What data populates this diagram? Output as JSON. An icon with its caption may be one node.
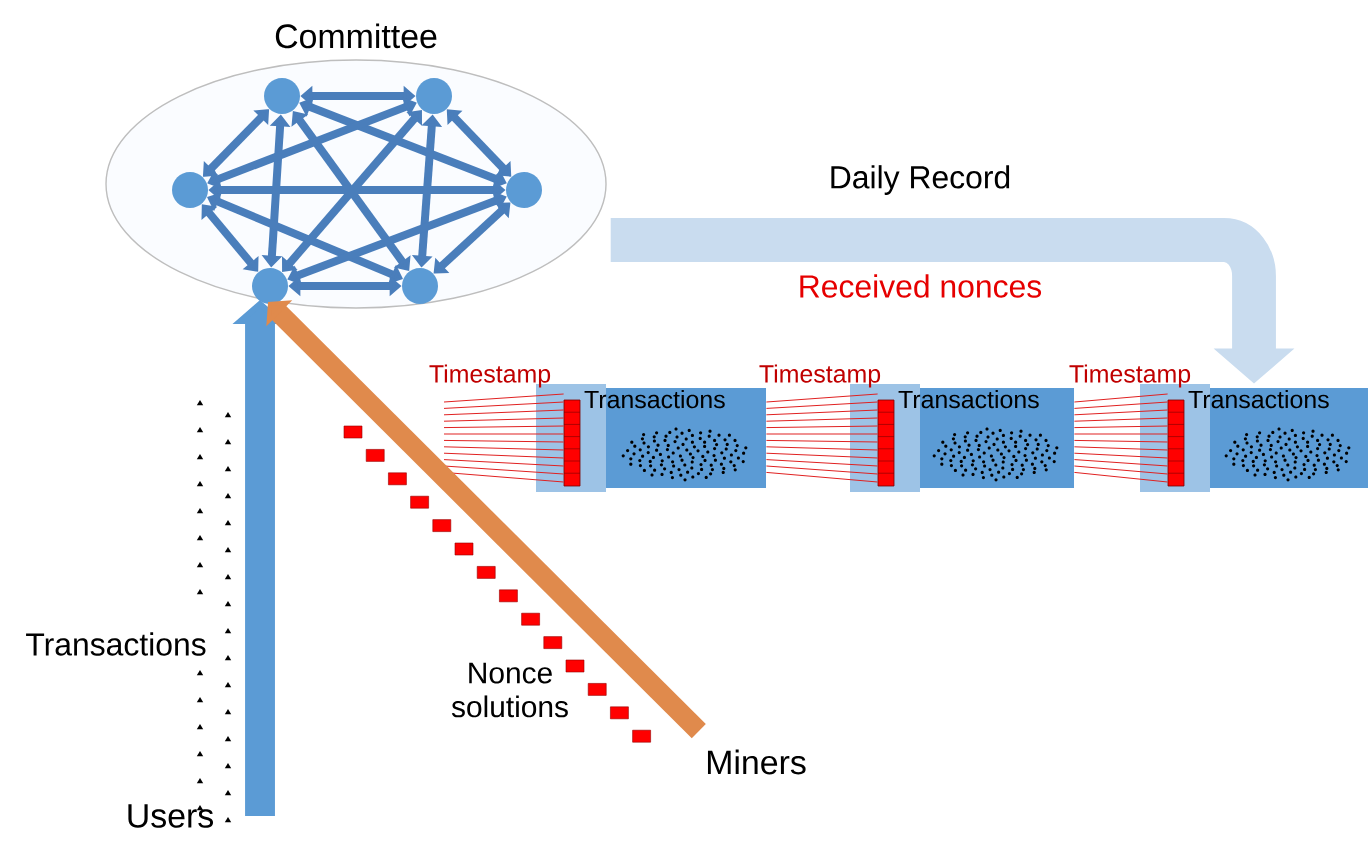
{
  "diagram": {
    "nodes": [
      {
        "text": [
          "Committee"
        ]
      },
      {
        "text": [],
        "shape": "circle",
        "in": 0
      },
      {
        "text": [],
        "shape": "circle",
        "in": 0
      },
      {
        "text": [],
        "shape": "circle",
        "in": 0
      },
      {
        "text": [],
        "shape": "circle",
        "in": 0
      },
      {
        "text": [],
        "shape": "circle",
        "in": 0
      },
      {
        "text": [],
        "shape": "circle",
        "in": 0
      },
      {
        "text": [
          "Transactions"
        ],
        "beside": [
          "Timestamp"
        ]
      },
      {
        "text": [
          "Transactions"
        ],
        "beside": [
          "Timestamp"
        ]
      },
      {
        "text": [
          "Transactions"
        ],
        "beside": [
          "Timestamp"
        ]
      },
      {
        "text": [
          "Users"
        ]
      },
      {
        "text": [
          "Miners"
        ]
      }
    ],
    "edges": [
      {
        "from": 1,
        "to": 2,
        "arrow": "both"
      },
      {
        "from": 1,
        "to": 3,
        "arrow": "both"
      },
      {
        "from": 1,
        "to": 4,
        "arrow": "both"
      },
      {
        "from": 1,
        "to": 5,
        "arrow": "both"
      },
      {
        "from": 1,
        "to": 6,
        "arrow": "both"
      },
      {
        "from": 2,
        "to": 3,
        "arrow": "both"
      },
      {
        "from": 2,
        "to": 4,
        "arrow": "both"
      },
      {
        "from": 2,
        "to": 5,
        "arrow": "both"
      },
      {
        "from": 2,
        "to": 6,
        "arrow": "both"
      },
      {
        "from": 3,
        "to": 4,
        "arrow": "both"
      },
      {
        "from": 3,
        "to": 5,
        "arrow": "both"
      },
      {
        "from": 3,
        "to": 6,
        "arrow": "both"
      },
      {
        "from": 4,
        "to": 5,
        "arrow": "both"
      },
      {
        "from": 4,
        "to": 6,
        "arrow": "both"
      },
      {
        "from": 5,
        "to": 6,
        "arrow": "both"
      },
      {
        "from": null,
        "to": 7,
        "arrow": "none",
        "color": "#e02020"
      },
      {
        "from": 7,
        "to": 8,
        "arrow": "none",
        "color": "#e02020"
      },
      {
        "from": 8,
        "to": 9,
        "arrow": "none",
        "color": "#e02020"
      },
      {
        "from": 10,
        "to": 0,
        "arrow": "to",
        "style": "thick",
        "color": "#5b9bd5",
        "label": "Transactions"
      },
      {
        "from": 11,
        "to": 0,
        "arrow": "to",
        "style": "thick",
        "color": "#e08a4c",
        "label": "Nonce solutions"
      },
      {
        "from": 0,
        "to": 9,
        "arrow": "to",
        "style": "thick",
        "color": "#c9dcef",
        "label": "Daily Record"
      }
    ],
    "labels": [
      "Received nonces"
    ]
  }
}
